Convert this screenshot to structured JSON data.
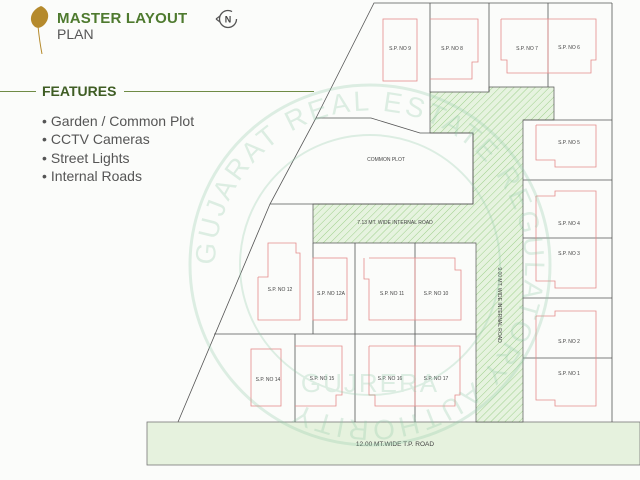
{
  "header": {
    "title_line1": "MASTER LAYOUT",
    "title_line2": "PLAN",
    "north_label": "N"
  },
  "features": {
    "title": "FEATURES",
    "items": [
      "Garden / Common Plot",
      "CCTV Cameras",
      "Street Lights",
      "Internal Roads"
    ]
  },
  "plan": {
    "plots": {
      "p1": "S.P. NO 1",
      "p2": "S.P. NO 2",
      "p3": "S.P. NO 3",
      "p4": "S.P. NO 4",
      "p5": "S.P. NO 5",
      "p6": "S.P. NO 6",
      "p7": "S.P. NO 7",
      "p8": "S.P. NO 8",
      "p9": "S.P. NO 9",
      "p10": "S.P. NO 10",
      "p11": "S.P. NO 11",
      "p12": "S.P. NO 12",
      "p12a": "S.P. NO 12A",
      "p14": "S.P. NO 14",
      "p15": "S.P. NO 15",
      "p16": "S.P. NO 16",
      "p17": "S.P. NO 17"
    },
    "common_plot": "COMMON PLOT",
    "road_horizontal": "7.13 MT.  WIDE INTERNAL ROAD",
    "road_vertical": "9.00 MT.  WIDE INTERNAL ROAD",
    "main_road": "12.00 MT.WIDE  T.P. ROAD"
  },
  "watermark": {
    "ring_text": "GUJARAT REAL ESTATE REGULATORY AUTHORITY",
    "center_text": "GUJRERA"
  },
  "colors": {
    "brand_green": "#4e7a2e",
    "road_green": "#e4f2dc",
    "building_red": "#e58b8b"
  }
}
